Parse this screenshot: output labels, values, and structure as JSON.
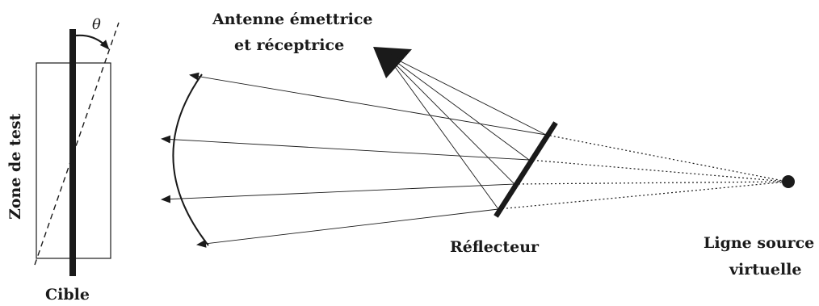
{
  "labels": {
    "antenna_line1": "Antenne émettrice",
    "antenna_line2": "et  réceptrice",
    "test_zone": "Zone de test",
    "target": "Cible",
    "reflector": "Réflecteur",
    "source_line1": "Ligne source",
    "source_line2": "virtuelle",
    "angle": "θ"
  },
  "colors": {
    "ink": "#1a1a1a",
    "background": "#ffffff"
  }
}
